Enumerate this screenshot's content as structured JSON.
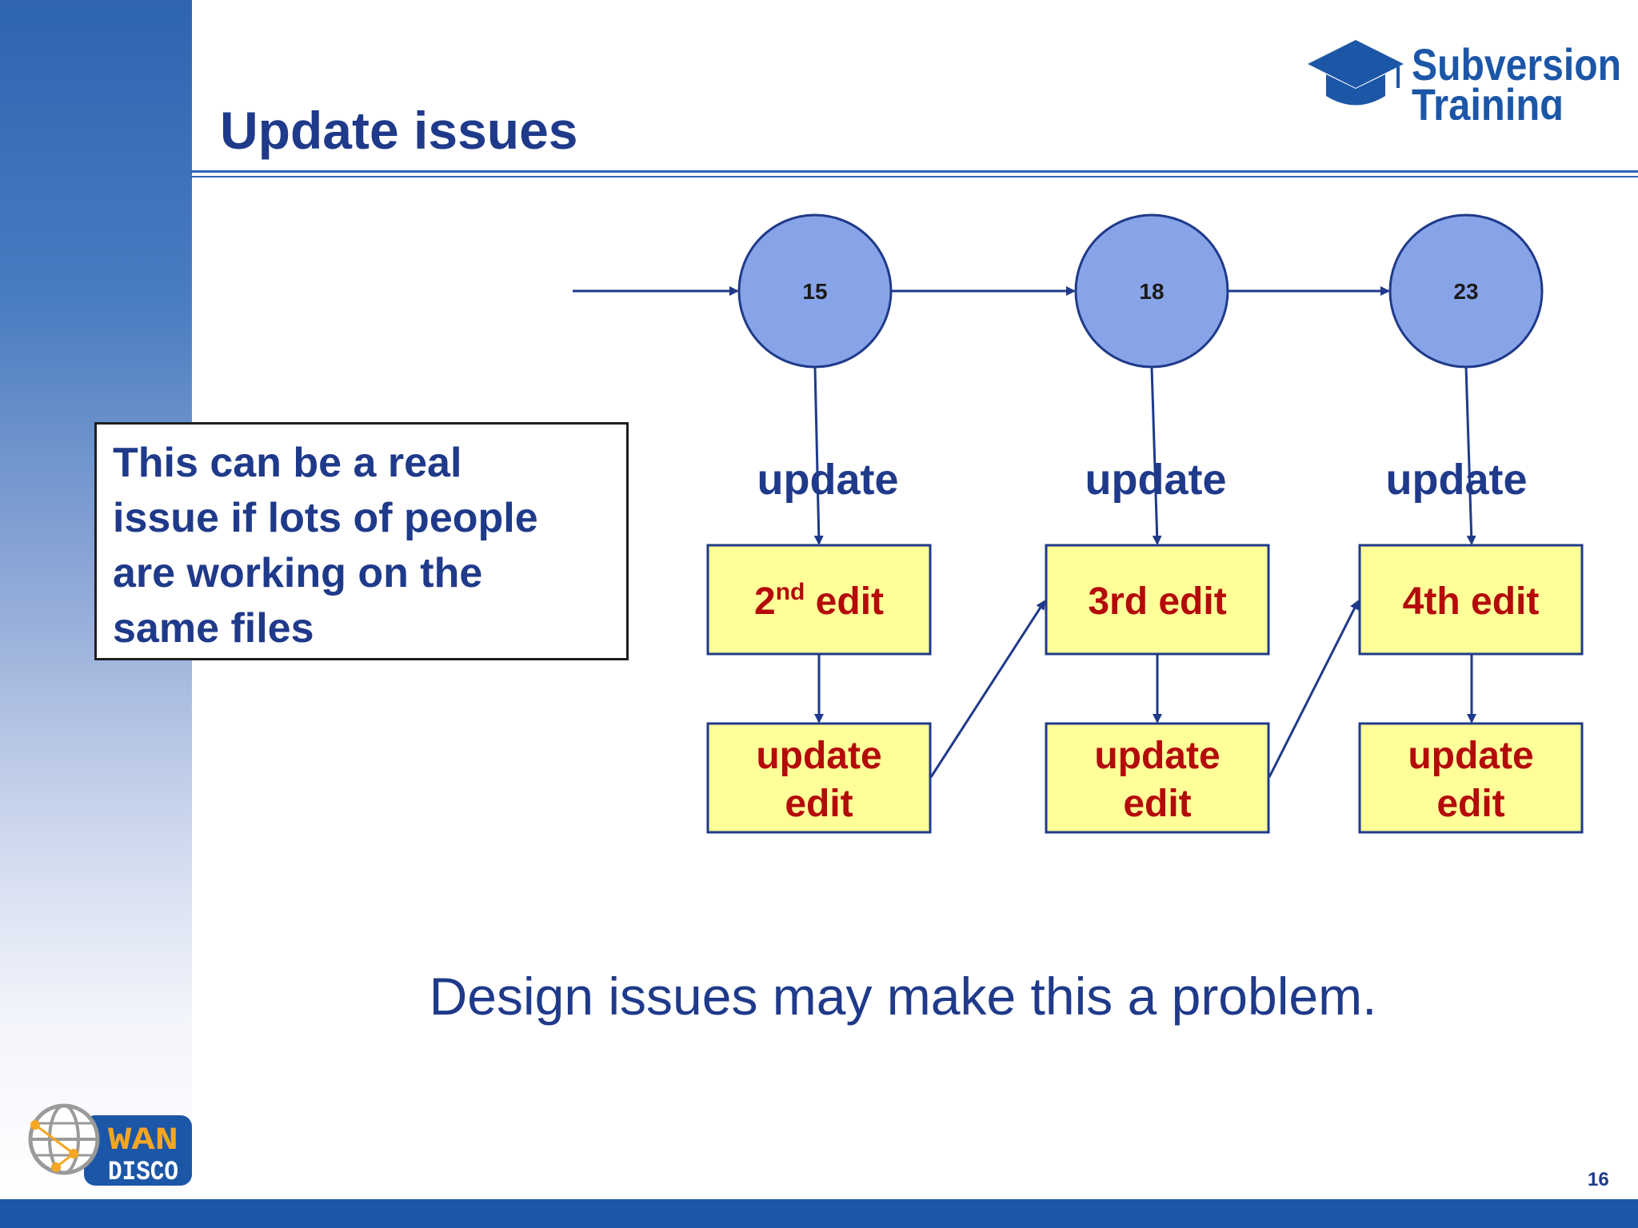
{
  "slide": {
    "title": "Update issues",
    "callout_lines": [
      "This can be a real",
      "issue if lots of people",
      "are working on the",
      "same files"
    ],
    "bottom_text": "Design issues may make this a problem.",
    "page_number": "16"
  },
  "logos": {
    "brand_line1": "Subversion",
    "brand_line2": "Training",
    "company_line1": "WAN",
    "company_line2": "DISCO"
  },
  "diagram": {
    "revisions": [
      "15",
      "18",
      "23"
    ],
    "update_label": "update",
    "edit_boxes": [
      {
        "base": "2",
        "sup": "nd",
        "rest": " edit"
      },
      {
        "base": "3rd edit",
        "sup": "",
        "rest": ""
      },
      {
        "base": "4th edit",
        "sup": "",
        "rest": ""
      }
    ],
    "update_edit_lines": [
      "update",
      "edit"
    ]
  },
  "colors": {
    "title_blue": "#1f3a8a",
    "node_fill": "#88a4e8",
    "box_fill": "#ffff99",
    "box_text": "#b40a0a",
    "wandisco_orange": "#f5a623",
    "footer_blue": "#1c56a7"
  }
}
